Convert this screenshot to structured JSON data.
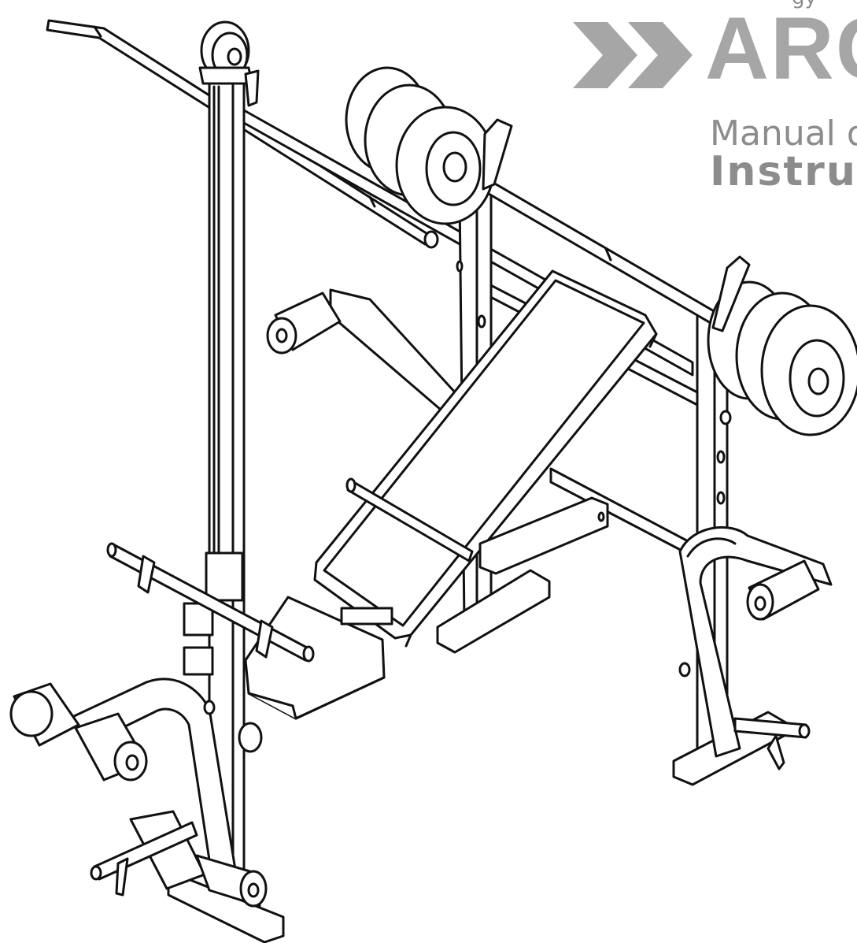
{
  "brand": {
    "top_fragment": "gy",
    "name": "ARG",
    "chevron_icon": "double-chevron-right-icon"
  },
  "manual": {
    "line1": "Manual d",
    "line2": "Instruc"
  },
  "illustration": {
    "subject": "weight-bench-line-drawing"
  },
  "colors": {
    "brand_gray": "#a6a6a6",
    "text_gray": "#8c8c8c",
    "ink": "#111111",
    "paper": "#ffffff"
  }
}
